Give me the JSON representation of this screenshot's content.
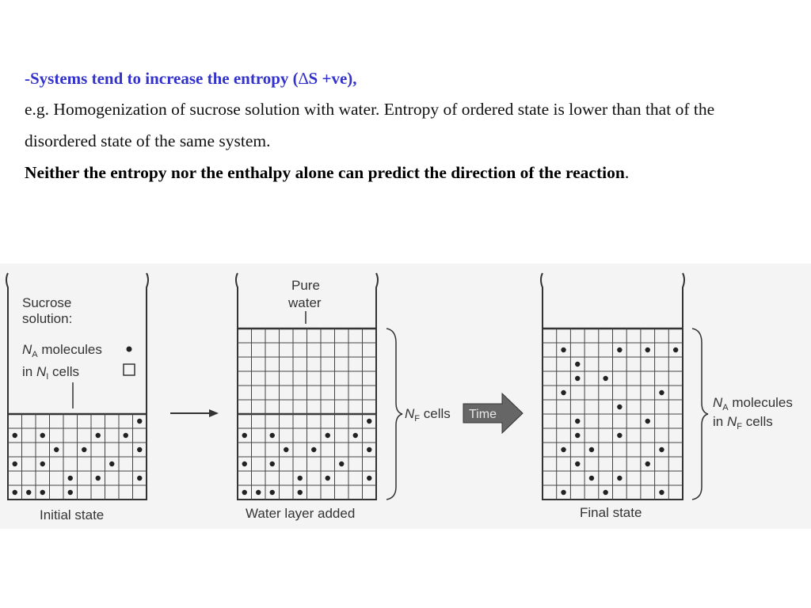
{
  "text": {
    "heading_pre": "-Systems tend to increase the entropy (",
    "heading_delta": "∆",
    "heading_post": "S +ve),",
    "para1": "e.g. Homogenization of sucrose solution with water. Entropy of ordered state is lower than that of the disordered state of the same system.",
    "bold_text": "Neither the entropy nor the enthalpy alone can predict the direction of the reaction",
    "bold_tail": "."
  },
  "figure": {
    "initial": {
      "label1": "Sucrose",
      "label2": "solution:",
      "molecules_sym": "N",
      "molecules_sub": "A",
      "molecules_text": " molecules",
      "cells_pre": "in ",
      "cells_sym": "N",
      "cells_sub": "I",
      "cells_text": " cells",
      "caption": "Initial state"
    },
    "water": {
      "label1": "Pure",
      "label2": "water",
      "caption": "Water layer added"
    },
    "nf_sym": "N",
    "nf_sub": "F",
    "nf_text": " cells",
    "time_label": "Time",
    "final": {
      "molecules_sym": "N",
      "molecules_sub": "A",
      "molecules_text": " molecules",
      "cells_pre": "in ",
      "cells_sym": "N",
      "cells_sub": "F",
      "cells_text": " cells",
      "caption": "Final state"
    }
  }
}
